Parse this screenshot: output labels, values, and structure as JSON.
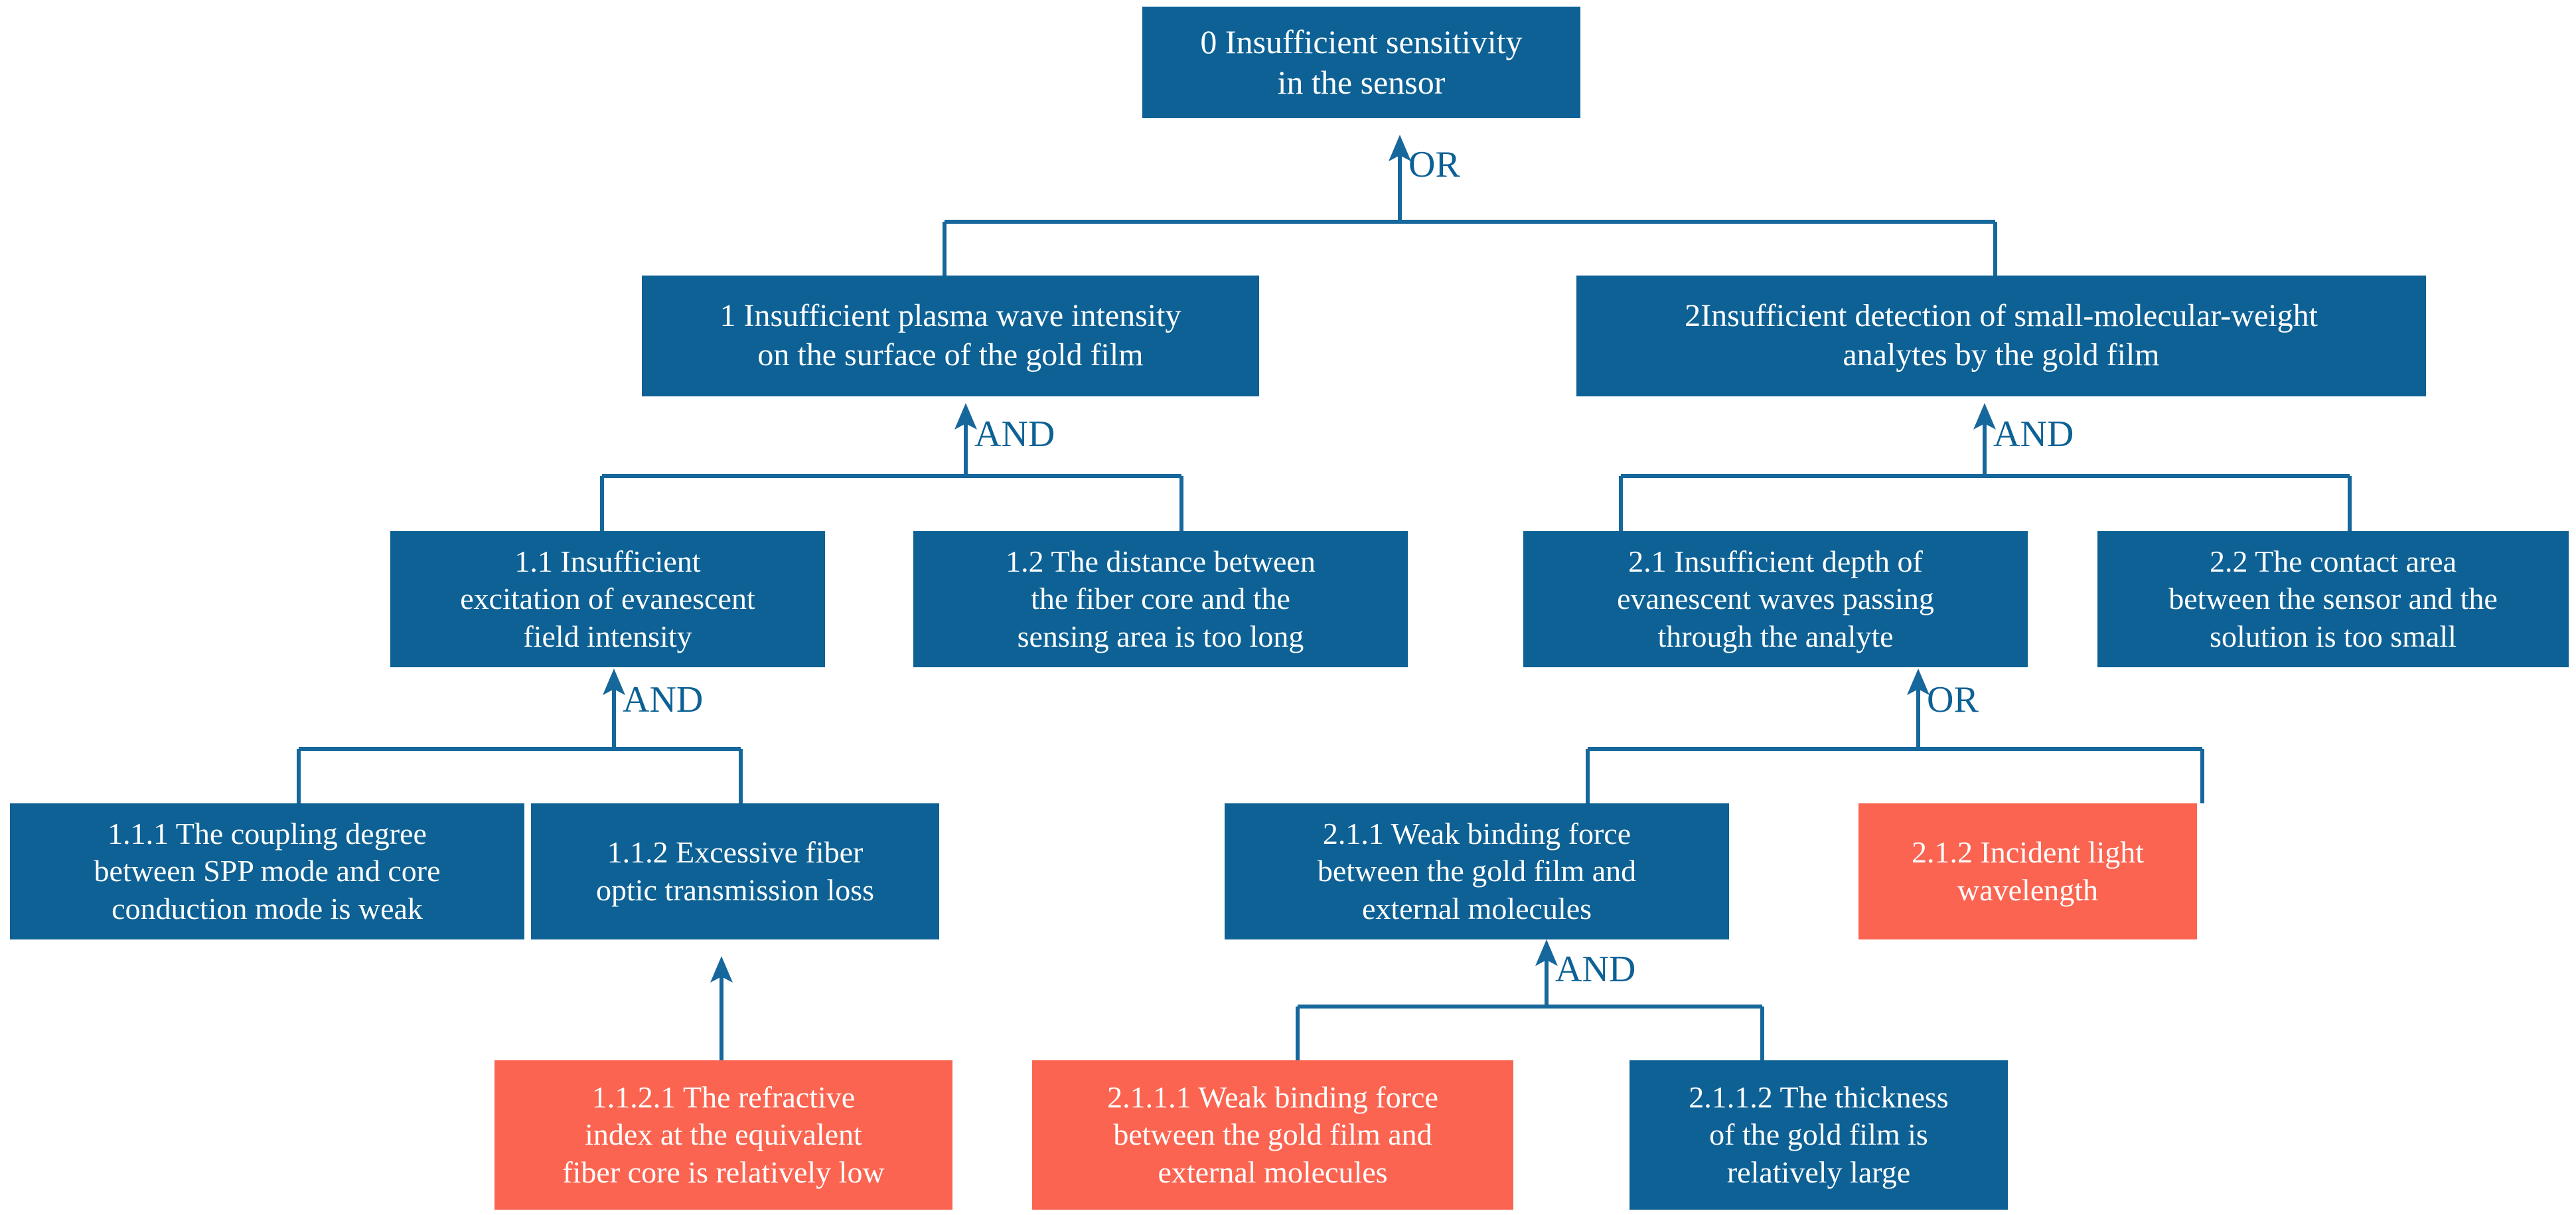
{
  "diagram": {
    "title_node": "0 Insufficient sensitivity\nin the sensor",
    "colors": {
      "node_blue": "#0d6195",
      "node_red": "#fb6450",
      "connector": "#16679c",
      "text_on_node": "#ffffff",
      "background": "#ffffff"
    },
    "gates": [
      {
        "id": "g0",
        "label": "OR",
        "parent": "n0",
        "children": [
          "n1",
          "n2"
        ]
      },
      {
        "id": "g1",
        "label": "AND",
        "parent": "n1",
        "children": [
          "n11",
          "n12"
        ]
      },
      {
        "id": "g2",
        "label": "AND",
        "parent": "n2",
        "children": [
          "n21",
          "n22"
        ]
      },
      {
        "id": "g11",
        "label": "AND",
        "parent": "n11",
        "children": [
          "n111",
          "n112"
        ]
      },
      {
        "id": "g21",
        "label": "OR",
        "parent": "n21",
        "children": [
          "n211",
          "n212"
        ]
      },
      {
        "id": "g112",
        "label": "",
        "parent": "n112",
        "children": [
          "n1121"
        ]
      },
      {
        "id": "g211",
        "label": "AND",
        "parent": "n211",
        "children": [
          "n2111",
          "n2112"
        ]
      }
    ],
    "nodes": [
      {
        "id": "n0",
        "code": "0",
        "color": "blue",
        "text": "0 Insufficient sensitivity\nin the sensor"
      },
      {
        "id": "n1",
        "code": "1",
        "color": "blue",
        "text": "1 Insufficient plasma wave intensity\non the surface of the gold film"
      },
      {
        "id": "n2",
        "code": "2",
        "color": "blue",
        "text": "2Insufficient detection of small-molecular-weight\nanalytes by the gold film"
      },
      {
        "id": "n11",
        "code": "1.1",
        "color": "blue",
        "text": "1.1 Insufficient\nexcitation of evanescent\nfield intensity"
      },
      {
        "id": "n12",
        "code": "1.2",
        "color": "blue",
        "text": "1.2 The distance between\nthe fiber core and the\nsensing area is too long"
      },
      {
        "id": "n21",
        "code": "2.1",
        "color": "blue",
        "text": "2.1 Insufficient depth of\nevanescent waves passing\nthrough the analyte"
      },
      {
        "id": "n22",
        "code": "2.2",
        "color": "blue",
        "text": "2.2 The contact area\nbetween the sensor and the\nsolution is too small"
      },
      {
        "id": "n111",
        "code": "1.1.1",
        "color": "blue",
        "text": "1.1.1 The coupling degree\nbetween SPP mode and core\nconduction mode is weak"
      },
      {
        "id": "n112",
        "code": "1.1.2",
        "color": "blue",
        "text": "1.1.2 Excessive fiber\noptic transmission loss"
      },
      {
        "id": "n211",
        "code": "2.1.1",
        "color": "blue",
        "text": "2.1.1 Weak binding force\nbetween the gold film and\nexternal molecules"
      },
      {
        "id": "n212",
        "code": "2.1.2",
        "color": "red",
        "text": "2.1.2 Incident light\nwavelength"
      },
      {
        "id": "n1121",
        "code": "1.1.2.1",
        "color": "red",
        "text": "1.1.2.1  The refractive\nindex at the equivalent\nfiber core is relatively low"
      },
      {
        "id": "n2111",
        "code": "2.1.1.1",
        "color": "red",
        "text": "2.1.1.1 Weak binding force\nbetween the gold film and\nexternal molecules"
      },
      {
        "id": "n2112",
        "code": "2.1.1.2",
        "color": "blue",
        "text": "2.1.1.2 The thickness\nof the gold film is\nrelatively large"
      }
    ]
  }
}
